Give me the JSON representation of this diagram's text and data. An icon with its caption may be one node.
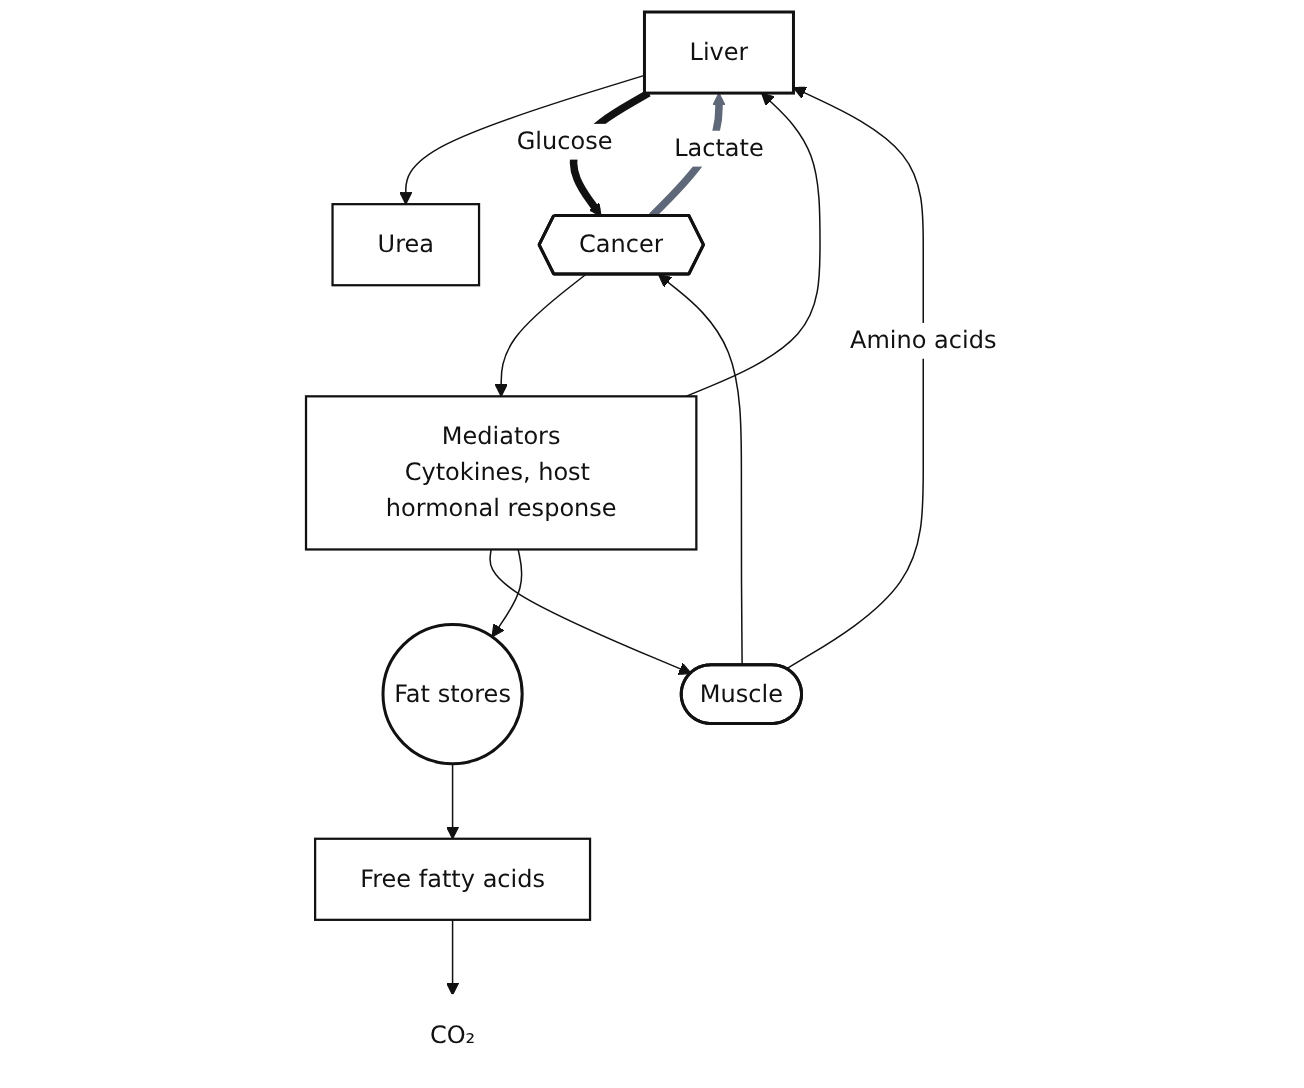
{
  "diagram": {
    "nodes": [
      {
        "text": [
          "Liver"
        ]
      },
      {
        "text": [
          "Urea"
        ]
      },
      {
        "text": [
          "Muscle"
        ]
      },
      {
        "text": [
          "Cancer"
        ]
      },
      {
        "text": [
          "Mediators",
          "Cytokines, host hormonal response"
        ]
      },
      {
        "text": [
          "Fat stores"
        ]
      },
      {
        "text": [
          "Free fatty acids"
        ]
      },
      {
        "text": [
          "CO₂"
        ]
      }
    ],
    "edges": [
      {
        "from": 0,
        "to": 1,
        "arrow": "to"
      },
      {
        "from": 2,
        "to": 0,
        "arrow": "to",
        "label": "Amino acids"
      },
      {
        "from": 0,
        "to": 3,
        "arrow": "to",
        "label": "Glucose",
        "style": "thick"
      },
      {
        "from": 2,
        "to": 3,
        "arrow": "to"
      },
      {
        "from": 3,
        "to": 0,
        "arrow": "to",
        "label": "Lactate",
        "style": "thick",
        "color": "#5f6878"
      },
      {
        "from": 3,
        "to": 4,
        "arrow": "to"
      },
      {
        "from": 4,
        "to": 0,
        "arrow": "to"
      },
      {
        "from": 4,
        "to": 2,
        "arrow": "to"
      },
      {
        "from": 4,
        "to": 5,
        "arrow": "to"
      },
      {
        "from": 5,
        "to": 6,
        "arrow": "to"
      },
      {
        "from": 6,
        "to": 7,
        "arrow": "to"
      }
    ]
  }
}
